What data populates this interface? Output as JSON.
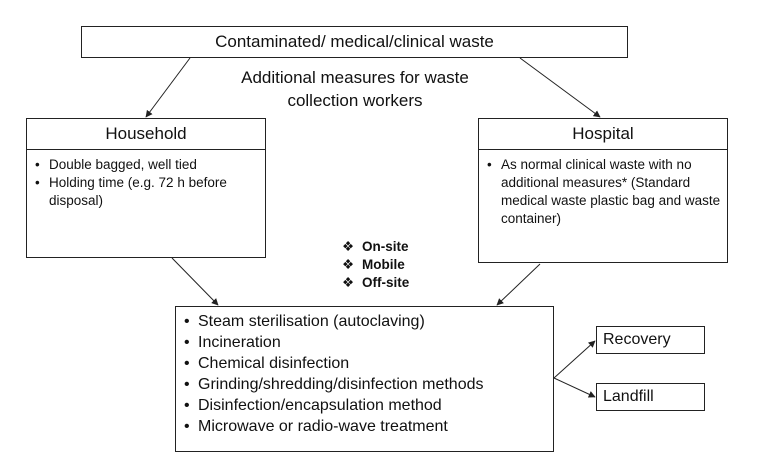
{
  "top_box": {
    "label": "Contaminated/ medical/clinical waste"
  },
  "measures_note": {
    "line1": "Additional measures for waste",
    "line2": "collection workers"
  },
  "household": {
    "title": "Household",
    "items": [
      "Double bagged, well tied",
      "Holding time (e.g. 72 h before disposal)"
    ]
  },
  "hospital": {
    "title": "Hospital",
    "items": [
      "As normal clinical waste with no additional measures* (Standard medical waste plastic bag and waste container)"
    ]
  },
  "options": {
    "bullet_glyph": "❖",
    "items": [
      "On-site",
      "Mobile",
      "Off-site"
    ]
  },
  "methods": {
    "items": [
      "Steam sterilisation (autoclaving)",
      "Incineration",
      "Chemical disinfection",
      "Grinding/shredding/disinfection methods",
      "Disinfection/encapsulation method",
      "Microwave or radio-wave treatment"
    ]
  },
  "outcomes": {
    "recovery": "Recovery",
    "landfill": "Landfill"
  },
  "colors": {
    "stroke": "#222222",
    "background": "#ffffff"
  }
}
